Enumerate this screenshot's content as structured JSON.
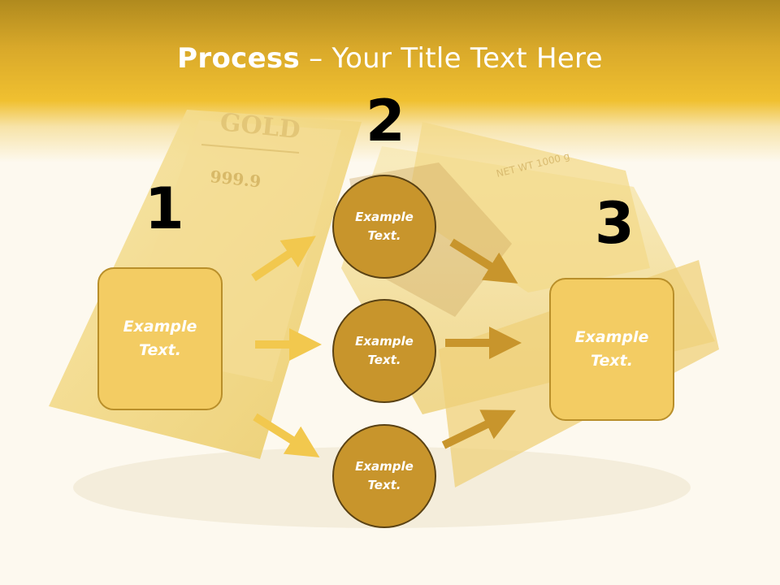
{
  "slide": {
    "title_bold": "Process",
    "title_rest": " – Your Title Text Here",
    "step_numbers": [
      "1",
      "2",
      "3"
    ],
    "left_box": {
      "text": "Example\nText."
    },
    "circles": [
      {
        "text": "Example\nText."
      },
      {
        "text": "Example\nText."
      },
      {
        "text": "Example\nText."
      }
    ],
    "right_box": {
      "text": "Example\nText."
    },
    "background_labels": {
      "bar_brand": "GOLD",
      "bar_purity": "999.9",
      "bar_weight": "NET WT 1000 g"
    }
  },
  "colors": {
    "header": "#f0c030",
    "box_fill": "#f3cc63",
    "circle_fill": "#c8952c",
    "arrow_light": "#f2c84e",
    "arrow_dark": "#c8952c"
  }
}
